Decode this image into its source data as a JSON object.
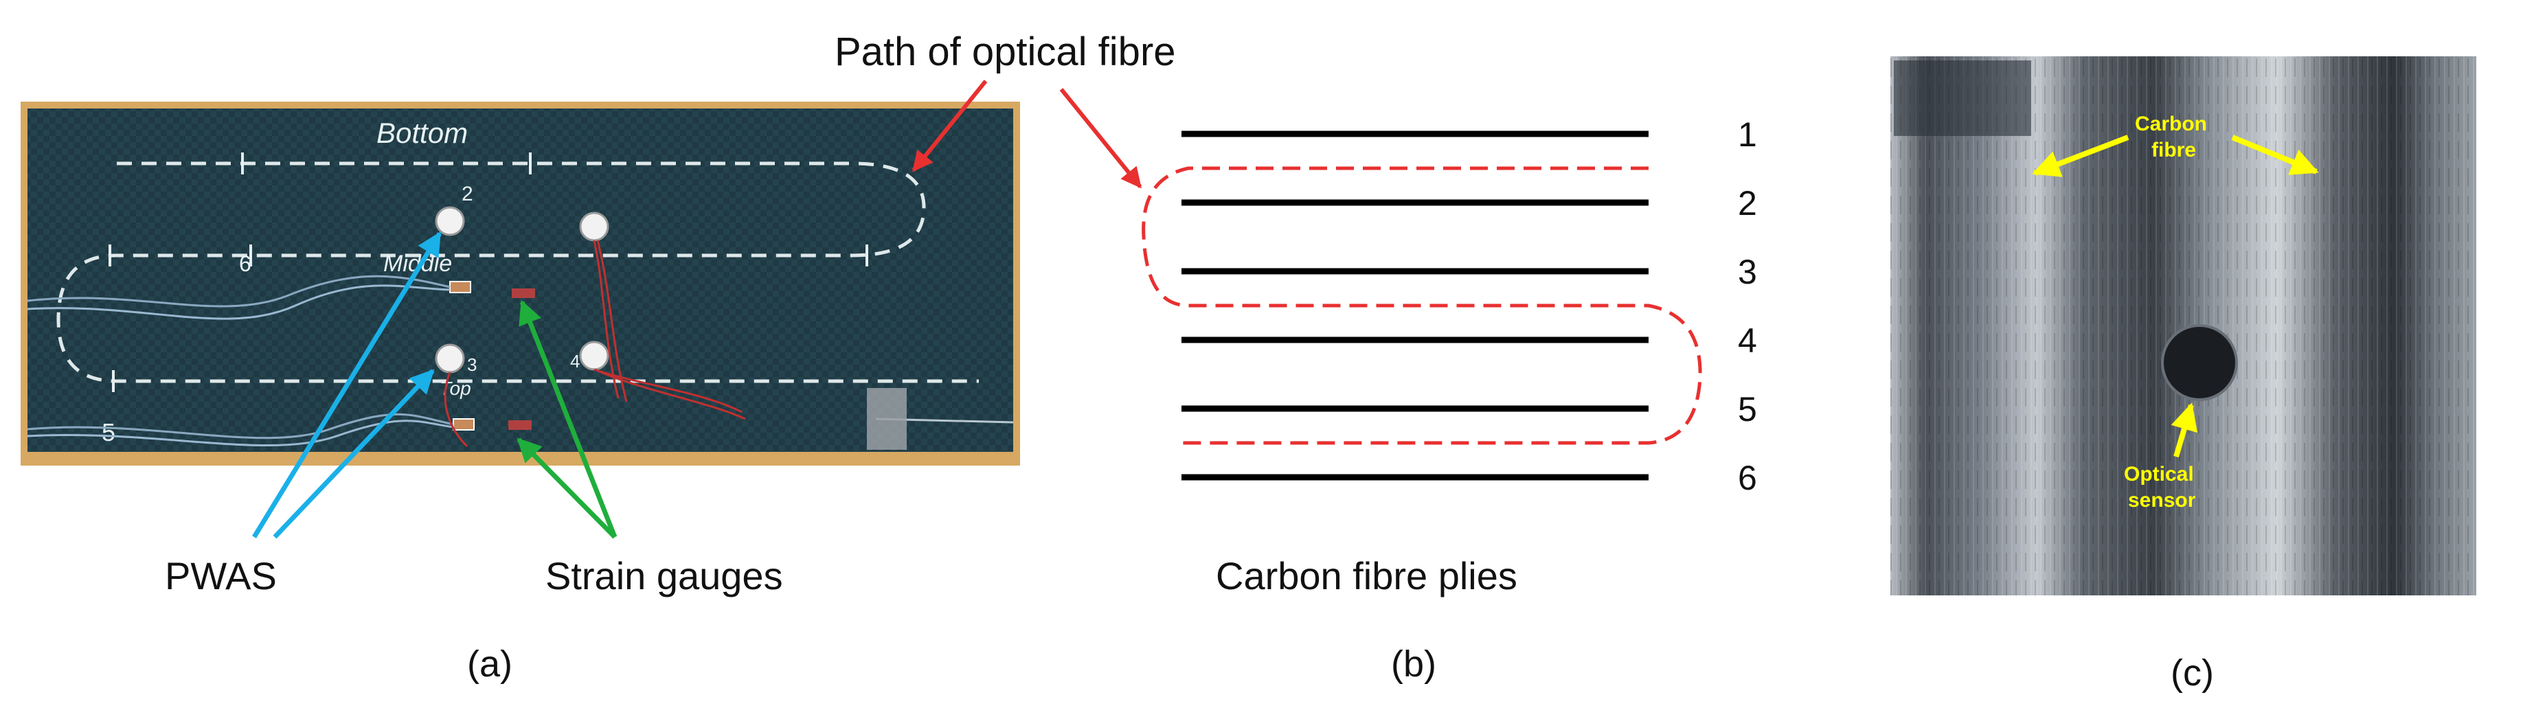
{
  "panels": {
    "a": {
      "caption": "(a)",
      "annotations": {
        "pwas": "PWAS",
        "strain_gauges": "Strain gauges"
      },
      "board_writing": {
        "bottom": "Bottom",
        "middle": "Middle",
        "top": "Top",
        "path_marks": [
          "2",
          "6",
          "5"
        ],
        "sensor_numbers": [
          "3",
          "4"
        ]
      },
      "arrow_colors": {
        "pwas": "#1ab0e8",
        "strain_gauges": "#1fae3b",
        "fibre": "#e83030"
      }
    },
    "b": {
      "caption": "(b)",
      "title": "Path of optical fibre",
      "plies_label": "Carbon fibre plies",
      "ply_numbers": [
        "1",
        "2",
        "3",
        "4",
        "5",
        "6"
      ],
      "fibre_color": "#e83030",
      "ply_color": "#000000"
    },
    "c": {
      "caption": "(c)",
      "labels": {
        "carbon_fibre": [
          "Carbon",
          "fibre"
        ],
        "optical_sensor": [
          "Optical",
          "sensor"
        ]
      },
      "label_color": "#ffff00"
    }
  }
}
